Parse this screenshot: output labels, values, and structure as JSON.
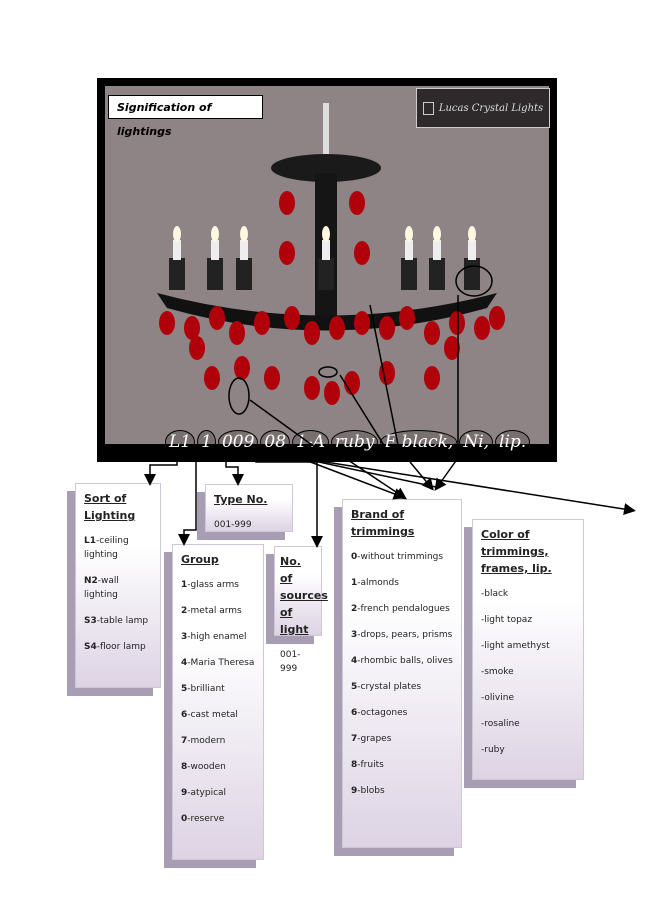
{
  "title": "Signification of lightings",
  "logo": "Lucas Crystal Lights",
  "code": [
    "L1",
    "1",
    "009",
    "08",
    "1-A",
    "ruby",
    "F black,",
    "Ni,",
    "lip."
  ],
  "sort": {
    "title": "Sort of Lighting",
    "items": [
      {
        "k": "L1",
        "v": "-ceiling lighting"
      },
      {
        "k": "N2",
        "v": "-wall lighting"
      },
      {
        "k": "S3",
        "v": "-table lamp"
      },
      {
        "k": "S4",
        "v": "-floor lamp"
      }
    ]
  },
  "type": {
    "title": "Type No.",
    "range": "001-999"
  },
  "group": {
    "title": "Group",
    "items": [
      {
        "k": "1",
        "v": "-glass arms"
      },
      {
        "k": "2",
        "v": "-metal arms"
      },
      {
        "k": "3",
        "v": "-high enamel"
      },
      {
        "k": "4",
        "v": "-Maria Theresa"
      },
      {
        "k": "5",
        "v": "-brilliant"
      },
      {
        "k": "6",
        "v": "-cast metal"
      },
      {
        "k": "7",
        "v": "-modern"
      },
      {
        "k": "8",
        "v": "-wooden"
      },
      {
        "k": "9",
        "v": "-atypical"
      },
      {
        "k": "0",
        "v": "-reserve"
      }
    ]
  },
  "sources": {
    "title": "No. of sources of light",
    "range": "001-999"
  },
  "brand": {
    "title": "Brand of trimmings",
    "items": [
      {
        "k": "0",
        "v": "-without trimmings"
      },
      {
        "k": "1",
        "v": "-almonds"
      },
      {
        "k": "2",
        "v": "-french pendalogues"
      },
      {
        "k": "3",
        "v": "-drops, pears, prisms"
      },
      {
        "k": "4",
        "v": "-rhombic balls, olives"
      },
      {
        "k": "5",
        "v": "-crystal plates"
      },
      {
        "k": "6",
        "v": "-octagones"
      },
      {
        "k": "7",
        "v": "-grapes"
      },
      {
        "k": "8",
        "v": "-fruits"
      },
      {
        "k": "9",
        "v": "-blobs"
      }
    ]
  },
  "color": {
    "title": "Color of trimmings, frames, lip.",
    "items": [
      {
        "k": "",
        "v": "-black"
      },
      {
        "k": "",
        "v": "-light topaz"
      },
      {
        "k": "",
        "v": "-light amethyst"
      },
      {
        "k": "",
        "v": "-smoke"
      },
      {
        "k": "",
        "v": "-olivine"
      },
      {
        "k": "",
        "v": "-rosaline"
      },
      {
        "k": "",
        "v": "-ruby"
      }
    ]
  }
}
